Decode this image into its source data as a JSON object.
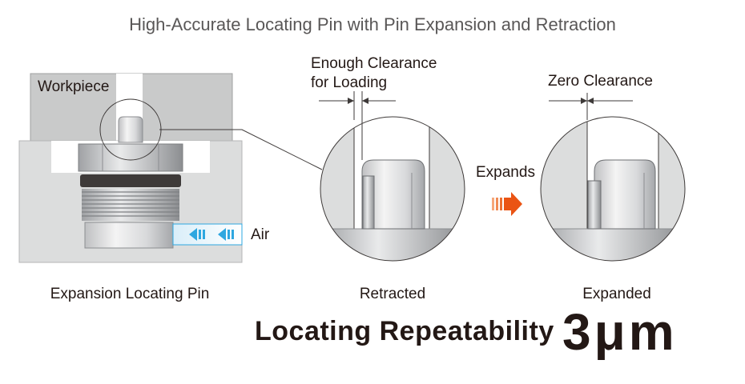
{
  "title": "High-Accurate Locating Pin with Pin Expansion and Retraction",
  "labels": {
    "workpiece": "Workpiece",
    "air": "Air",
    "enough_clearance_line1": "Enough Clearance",
    "enough_clearance_line2": "for Loading",
    "zero_clearance": "Zero Clearance",
    "expands": "Expands"
  },
  "captions": {
    "left": "Expansion Locating Pin",
    "middle": "Retracted",
    "right": "Expanded"
  },
  "repeatability": {
    "label": "Locating Repeatability",
    "value": "3μm"
  },
  "colors": {
    "air_arrow": "#2ea7e0",
    "expand_arrow": "#ea5414",
    "text": "#231815",
    "title": "#595757"
  }
}
